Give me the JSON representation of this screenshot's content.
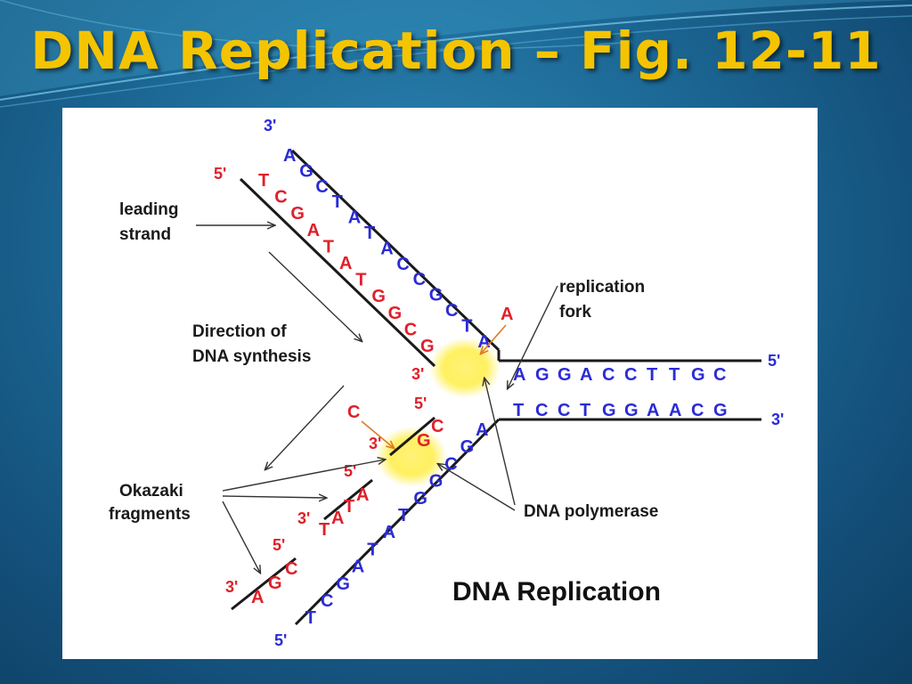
{
  "slide": {
    "title": "DNA Replication – Fig. 12-11",
    "title_color": "#f5c400",
    "background_color": "#1d6a98"
  },
  "figure": {
    "caption": "DNA Replication",
    "labels": {
      "leading_strand_line1": "leading",
      "leading_strand_line2": "strand",
      "direction_line1": "Direction of",
      "direction_line2": "DNA synthesis",
      "replication_fork_line1": "replication",
      "replication_fork_line2": "fork",
      "okazaki_line1": "Okazaki",
      "okazaki_line2": "fragments",
      "dna_polymerase": "DNA polymerase"
    },
    "strand_ends": {
      "upper_template_3": "3'",
      "upper_leading_5": "5'",
      "leading_new_3": "3'",
      "right_top_5": "5'",
      "right_bottom_3": "3'",
      "lower_template_5": "5'",
      "okazaki1_5": "5'",
      "okazaki1_3": "3'",
      "okazaki2_5": "5'",
      "okazaki2_3": "3'",
      "okazaki3_5": "5'",
      "okazaki3_3": "3'"
    },
    "sequences": {
      "upper_template": [
        "A",
        "G",
        "C",
        "T",
        "A",
        "T",
        "A",
        "C",
        "C",
        "G",
        "C",
        "T",
        "A"
      ],
      "leading_new": [
        "T",
        "C",
        "G",
        "A",
        "T",
        "A",
        "T",
        "G",
        "G",
        "C",
        "G"
      ],
      "incoming_A": "A",
      "incoming_C": "C",
      "right_top": [
        "A",
        "G",
        "G",
        "A",
        "C",
        "C",
        "T",
        "T",
        "G",
        "C"
      ],
      "right_bottom": [
        "T",
        "C",
        "C",
        "T",
        "G",
        "G",
        "A",
        "A",
        "C",
        "G"
      ],
      "lower_template": [
        "A",
        "G",
        "C",
        "G",
        "G",
        "T",
        "A",
        "T",
        "A",
        "G",
        "C",
        "T"
      ],
      "okazaki1": [
        "G",
        "C"
      ],
      "okazaki2": [
        "T",
        "A",
        "T",
        "A"
      ],
      "okazaki3": [
        "A",
        "G",
        "C"
      ]
    },
    "colors": {
      "template_blue": "#2b2bd6",
      "new_red": "#e0202a",
      "strand_line": "#1a1a1a",
      "enzyme_yellow": "#ffee44"
    }
  }
}
